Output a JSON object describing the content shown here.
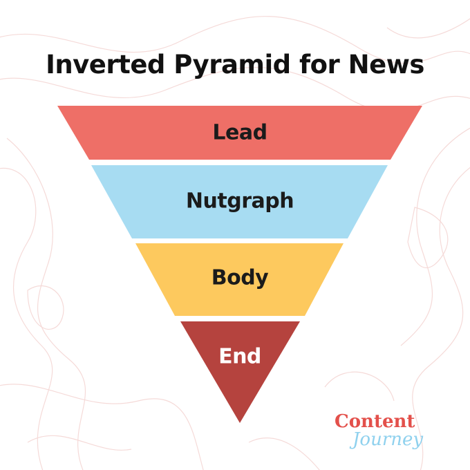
{
  "title": "Inverted Pyramid for News",
  "layers": [
    {
      "label": "Lead",
      "color": "#ee6f67",
      "text_color": "#1b1b1b"
    },
    {
      "label": "Nutgraph",
      "color": "#a7dcf2",
      "text_color": "#1b1b1b"
    },
    {
      "label": "Body",
      "color": "#fdc95e",
      "text_color": "#1b1b1b"
    },
    {
      "label": "End",
      "color": "#b5433e",
      "text_color": "#ffffff"
    }
  ],
  "logo": {
    "line1": "Content",
    "line2": "Journey",
    "line1_color": "#e3504b",
    "line2_color": "#8fd1ee"
  },
  "background_line_color": "#f4d6d4"
}
